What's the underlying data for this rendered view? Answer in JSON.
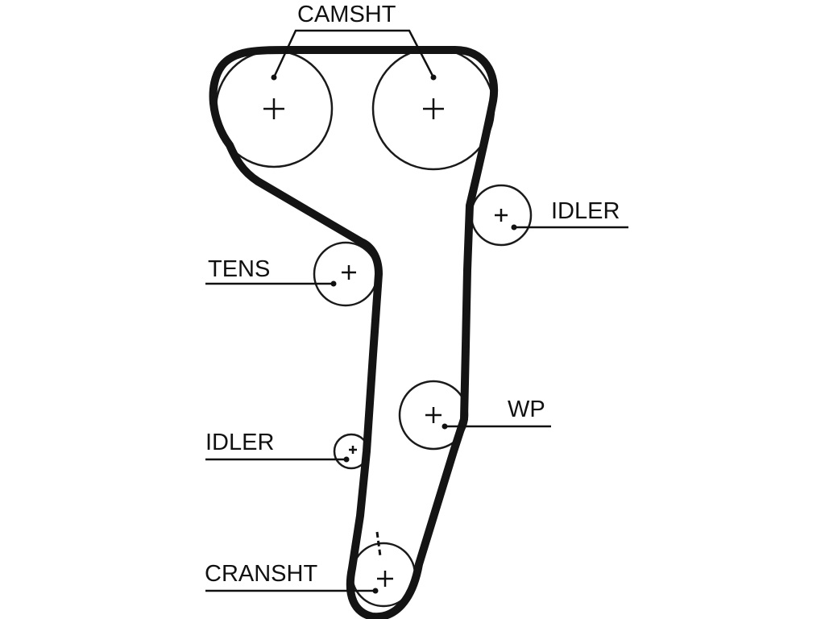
{
  "labels": {
    "camshaft": "CAMSHT",
    "idler_right": "IDLER",
    "tensioner": "TENS",
    "water_pump": "WP",
    "idler_left": "IDLER",
    "crankshaft": "CRANSHT"
  },
  "colors": {
    "belt": "#141414",
    "outline": "#1a1a1a",
    "background": "#ffffff"
  }
}
